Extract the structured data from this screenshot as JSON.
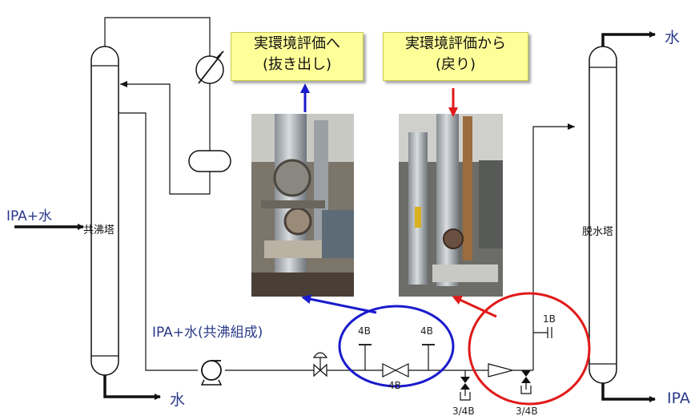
{
  "left_tower": {
    "label": "共沸塔"
  },
  "right_tower": {
    "label": "脱水塔"
  },
  "inputs": {
    "feed_label": "IPA+水"
  },
  "outputs": {
    "left_bottom_label": "水",
    "right_top_label": "水",
    "right_bottom_label": "IPA"
  },
  "line_label": "IPA+水(共沸組成)",
  "callout_out": {
    "line1": "実環境評価へ",
    "line2": "(抜き出し)"
  },
  "callout_in": {
    "line1": "実環境評価から",
    "line2": "(戻り)"
  },
  "pipe_sizes": {
    "tee_left": "4B",
    "valve": "4B",
    "tee_right": "4B",
    "branch": "1B",
    "drain_left": "3/4B",
    "drain_right": "3/4B"
  },
  "colors": {
    "extraction": "#1a1acc",
    "return": "#e01a1a",
    "callout_bg": "#ffff99",
    "label_blue": "#2a3a8a"
  }
}
